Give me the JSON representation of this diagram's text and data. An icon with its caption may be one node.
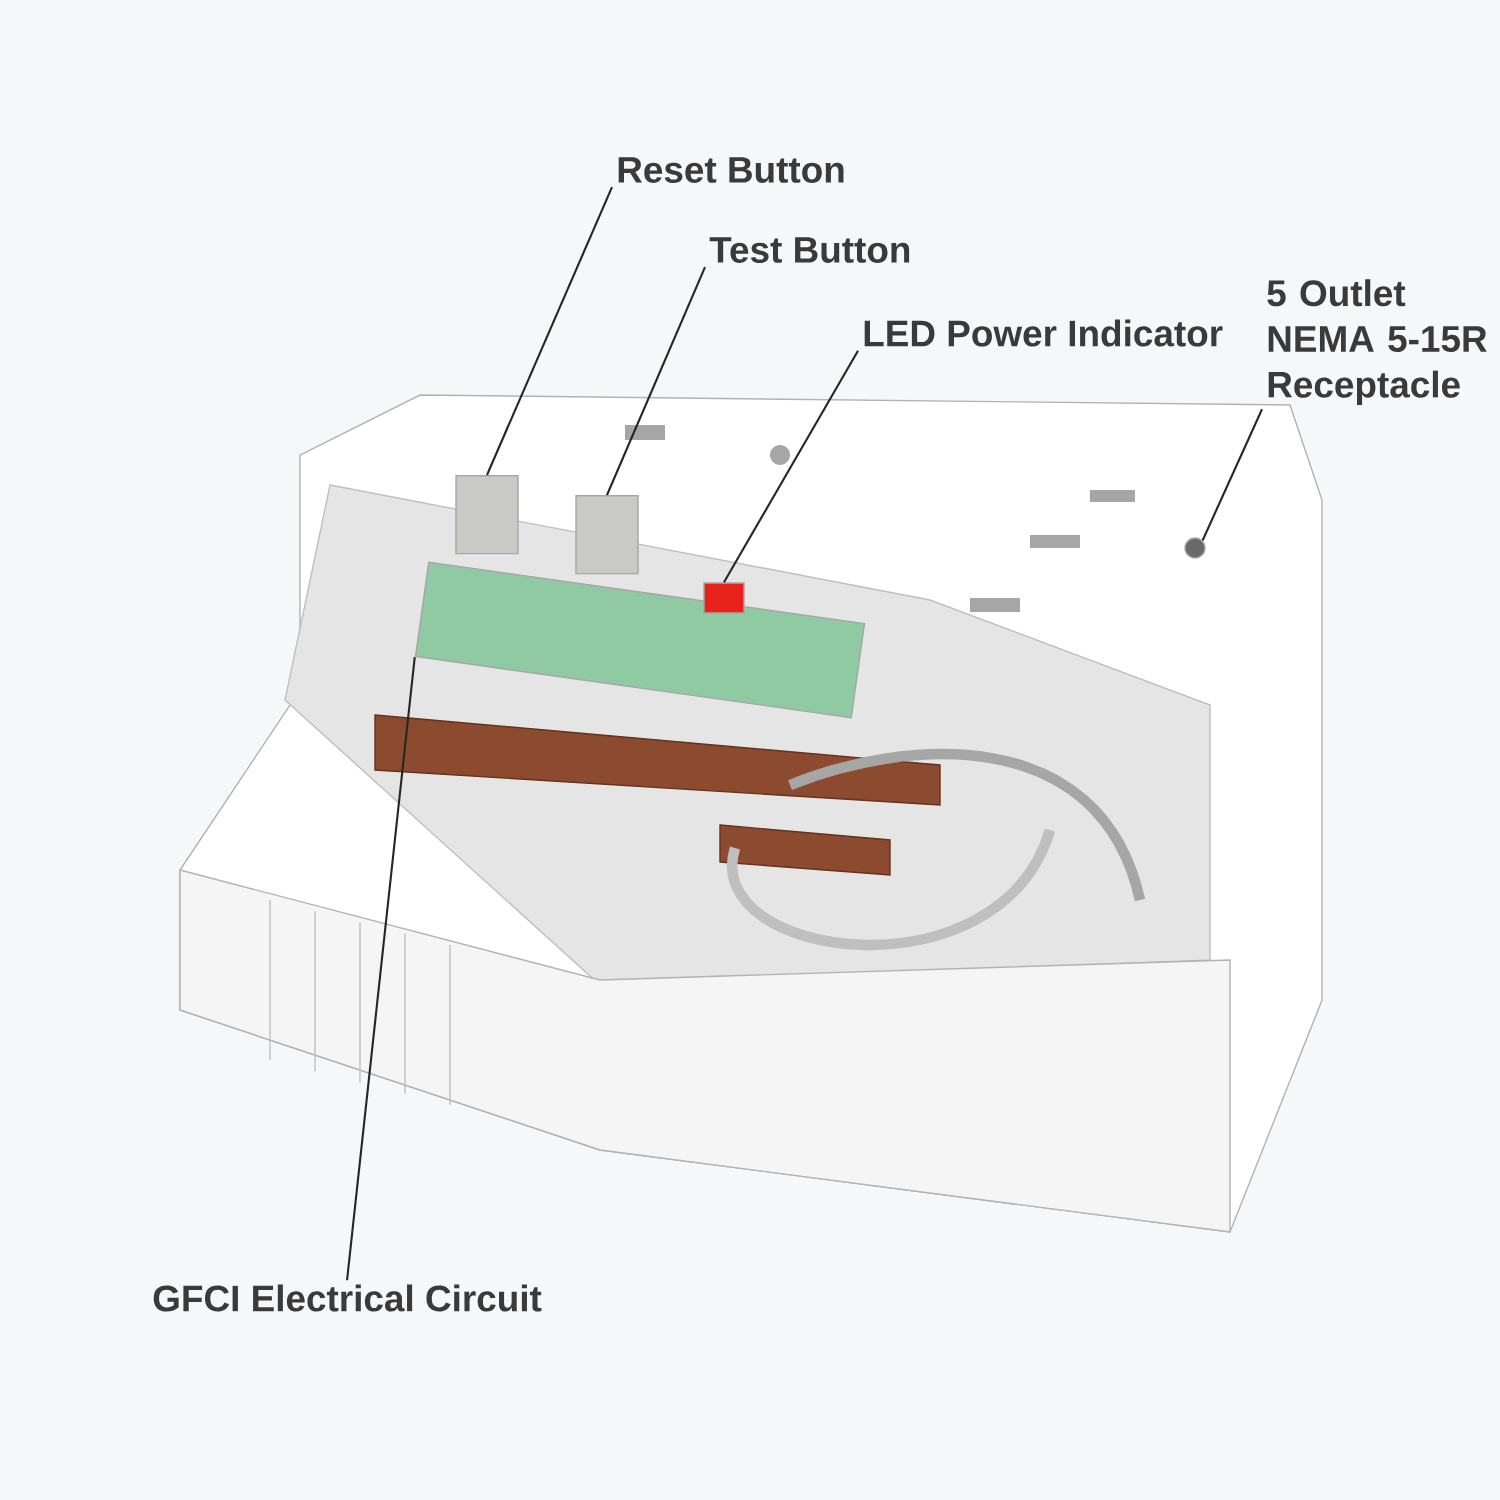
{
  "diagram": {
    "nodes": [
      {
        "text": [
          "Reset Button"
        ]
      },
      {
        "text": [
          "Test Button"
        ]
      },
      {
        "text": [
          "LED Power Indicator"
        ]
      },
      {
        "text": [
          "5 Outlet NEMA 5-15R Receptacle"
        ]
      },
      {
        "text": [
          "GFCI Electrical Circuit"
        ]
      },
      {
        "text": [],
        "shape": "cylinder"
      },
      {
        "text": [],
        "shape": "cylinder"
      },
      {
        "text": [],
        "shape": "box"
      },
      {
        "text": [],
        "shape": "circle"
      },
      {
        "text": [],
        "shape": "box"
      }
    ],
    "edges": [
      {
        "from": 0,
        "to": 5,
        "arrow": "none"
      },
      {
        "from": 1,
        "to": 6,
        "arrow": "none"
      },
      {
        "from": 2,
        "to": 7,
        "arrow": "none"
      },
      {
        "from": 3,
        "to": 8,
        "arrow": "none"
      },
      {
        "from": 4,
        "to": 9,
        "arrow": "none"
      }
    ]
  }
}
